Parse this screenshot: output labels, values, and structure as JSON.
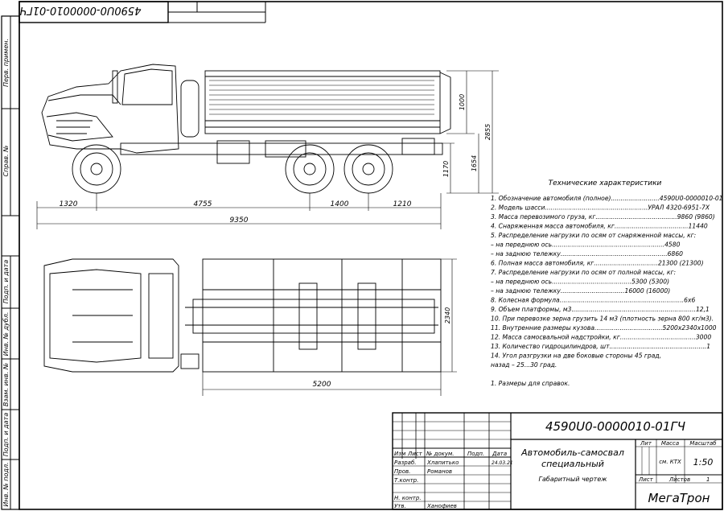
{
  "doc_number": "4590U0-0000010-01ГЧ",
  "doc_number_mirrored": "4590U0-0000010-01ГЧ",
  "margin_labels": {
    "perv_primen": "Перв. примен.",
    "sprav_no": "Справ. №",
    "podp_data_1": "Подп. и дата",
    "inv_dubl": "Инв. № дубл.",
    "vzam_inv": "Взам. инв. №",
    "podp_data_2": "Подп. и дата",
    "inv_podl": "Инв. № подл."
  },
  "dimensions": {
    "side": {
      "d1320": "1320",
      "d4755": "4755",
      "d1400": "1400",
      "d1210": "1210",
      "d9350": "9350",
      "d1000": "1000",
      "d2855": "2855",
      "d1654": "1654",
      "d1170": "1170"
    },
    "top": {
      "d5200": "5200",
      "d2340": "2340"
    }
  },
  "specs": {
    "title": "Технические характеристики",
    "lines": [
      "1. Обозначение автомобиля (полное).........................4590U0-0000010-01",
      "2. Модель шасси.....................................................УРАЛ 4320-6951-7Х",
      "3. Масса перевозимого груза, кг..........................................9860 (9860)",
      "4. Снаряженная масса автомобиля, кг......................................11440",
      "5. Распределение нагрузки по осям от снаряженной массы, кг:",
      "          – на переднюю ось..........................................................4580",
      "          – на заднюю тележку.......................................................6860",
      "6. Полная масса автомобиля, кг.................................21300 (21300)",
      "7. Распределение нагрузки по осям от полной массы, кг:",
      "          – на переднюю ось.........................................5300 (5300)",
      "          – на заднюю тележку.................................16000 (16000)",
      "8. Колесная формула................................................................6х6",
      "9. Объем платформы, м3................................................................12,1",
      "10. При перевозке зерна грузить 14 м3 (плотность зерна 800 кг/м3).",
      "11. Внутренние размеры кузова...................................5200х2340х1000",
      "12. Масса самосвальной надстройки, кг.......................................3000",
      "13. Количество гидроцилиндров, шт..................................................1",
      "14. Угол разгрузки на две боковые стороны 45 град,",
      "      назад – 25...30 град.",
      "",
      "1. Размеры для справок."
    ]
  },
  "title_block": {
    "doc_number": "4590U0-0000010-01ГЧ",
    "headers": {
      "izm": "Изм",
      "list": "Лист",
      "n_dokum": "№ докум.",
      "podp": "Подп.",
      "data": "Дата"
    },
    "roles": {
      "razrab": "Разраб.",
      "prov": "Пров.",
      "t_kontr": "Т.контр.",
      "n_kontr": "Н. контр.",
      "utv": "Утв."
    },
    "names": {
      "razrab": "Хлапитько",
      "prov": "Романов",
      "utv": "Ханофиев"
    },
    "date": "24.03.21",
    "product_name_1": "Автомобиль-самосвал",
    "product_name_2": "специальный",
    "doc_type": "Габаритный чертеж",
    "lit_label": "Лит",
    "mass_label": "Масса",
    "scale_label": "Масштаб",
    "mass_value": "см. КТХ",
    "scale_value": "1:50",
    "sheet_label": "Лист",
    "sheets_label": "Листов",
    "sheets_value": "1",
    "company": "МегаТрон"
  }
}
